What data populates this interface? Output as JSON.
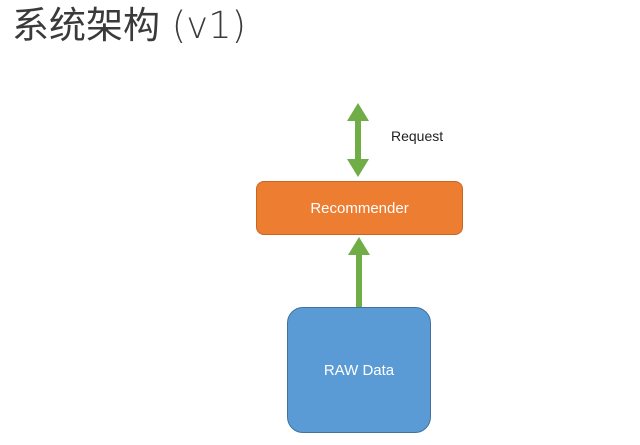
{
  "slide": {
    "title": "系统架构 (v1)"
  },
  "diagram": {
    "nodes": {
      "recommender": {
        "label": "Recommender",
        "fill": "#ed7d31"
      },
      "raw_data": {
        "label": "RAW Data",
        "fill": "#5b9bd5"
      }
    },
    "edges": {
      "request": {
        "label": "Request",
        "direction": "bidirectional",
        "color": "#70ad47"
      },
      "data_flow": {
        "from": "RAW Data",
        "to": "Recommender",
        "direction": "up",
        "color": "#70ad47"
      }
    }
  }
}
